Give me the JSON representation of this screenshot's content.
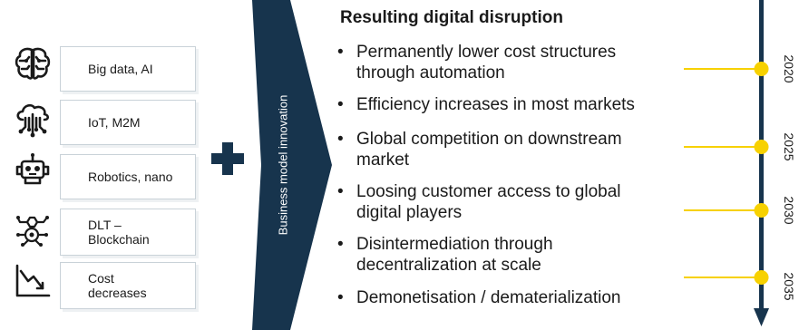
{
  "technologies": [
    {
      "icon": "brain-icon",
      "label": "Big data, AI"
    },
    {
      "icon": "cloud-network-icon",
      "label": "IoT, M2M"
    },
    {
      "icon": "robot-icon",
      "label": "Robotics, nano"
    },
    {
      "icon": "blockchain-nodes-icon",
      "label_line1": "DLT –",
      "label_line2": "Blockchain"
    },
    {
      "icon": "declining-chart-icon",
      "label_line1": "Cost",
      "label_line2": "decreases"
    }
  ],
  "plus_icon": "plus-icon",
  "arrow": {
    "label": "Business model innovation",
    "color": "#17344d"
  },
  "disruption": {
    "title": "Resulting digital disruption",
    "bullet_char": "•",
    "items": [
      {
        "line1": "Permanently lower cost structures",
        "line2": "through automation"
      },
      {
        "line1": "Efficiency increases in most markets",
        "line2": ""
      },
      {
        "line1": "Global competition on downstream",
        "line2": "market"
      },
      {
        "line1": "Loosing customer access to global",
        "line2": "digital players"
      },
      {
        "line1": "Disintermediation through",
        "line2": "decentralization at scale"
      },
      {
        "line1": "Demonetisation / dematerialization",
        "line2": ""
      }
    ]
  },
  "timeline": {
    "years": [
      "2020",
      "2025",
      "2030",
      "2035"
    ],
    "line_color": "#17344d",
    "marker_color": "#f7d100"
  }
}
